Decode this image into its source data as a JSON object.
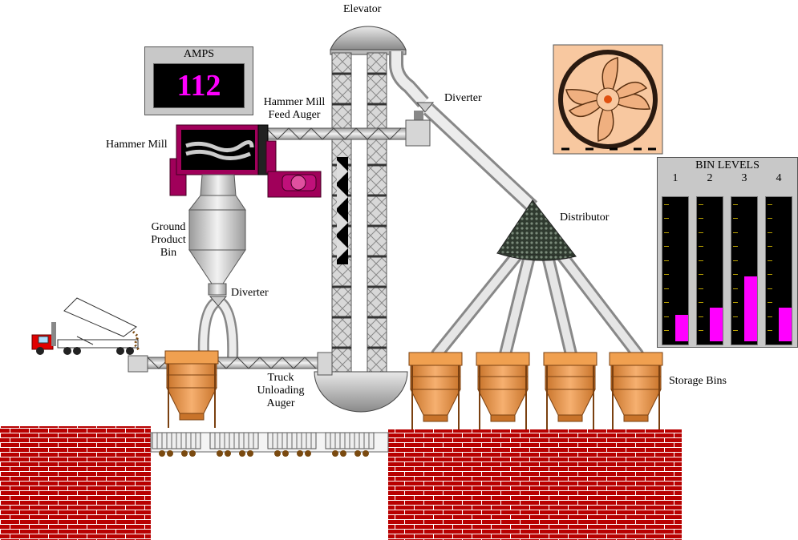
{
  "labels": {
    "elevator": "Elevator",
    "hammer_mill_feed_auger_1": "Hammer Mill",
    "hammer_mill_feed_auger_2": "Feed Auger",
    "hammer_mill": "Hammer Mill",
    "ground_product_bin_1": "Ground",
    "ground_product_bin_2": "Product",
    "ground_product_bin_3": "Bin",
    "diverter_top": "Diverter",
    "diverter_bottom": "Diverter",
    "distributor": "Distributor",
    "truck_unloading_auger_1": "Truck",
    "truck_unloading_auger_2": "Unloading",
    "truck_unloading_auger_3": "Auger",
    "storage_bins": "Storage Bins"
  },
  "amps": {
    "title": "AMPS",
    "value": "112"
  },
  "bin_levels": {
    "title": "BIN LEVELS",
    "bins": [
      {
        "number": "1",
        "level": 0.18
      },
      {
        "number": "2",
        "level": 0.23
      },
      {
        "number": "3",
        "level": 0.44
      },
      {
        "number": "4",
        "level": 0.23
      }
    ]
  },
  "colors": {
    "brick": "#b80000",
    "mortar": "#ffffff",
    "bin_orange": "#f0a050",
    "mill_magenta": "#a0005a",
    "level_bar": "#ff00ff",
    "pipe": "#c8c8c8",
    "fan_blade": "#f8c8a0"
  }
}
